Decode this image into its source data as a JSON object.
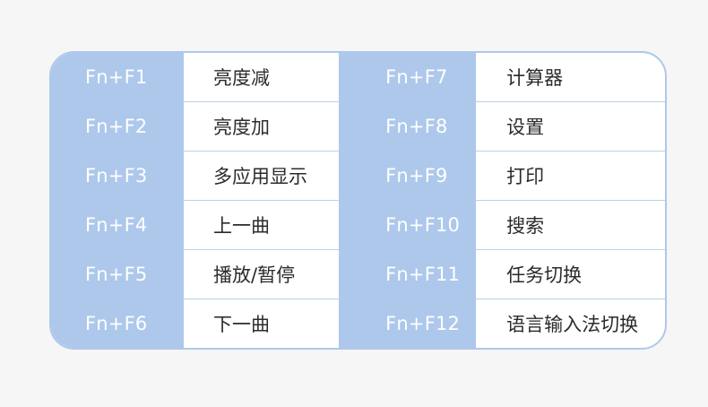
{
  "left": [
    {
      "key": "Fn+F1",
      "func": "亮度减"
    },
    {
      "key": "Fn+F2",
      "func": "亮度加"
    },
    {
      "key": "Fn+F3",
      "func": "多应用显示"
    },
    {
      "key": "Fn+F4",
      "func": "上一曲"
    },
    {
      "key": "Fn+F5",
      "func": "播放/暂停"
    },
    {
      "key": "Fn+F6",
      "func": "下一曲"
    }
  ],
  "right": [
    {
      "key": "Fn+F7",
      "func": "计算器"
    },
    {
      "key": "Fn+F8",
      "func": "设置"
    },
    {
      "key": "Fn+F9",
      "func": "打印"
    },
    {
      "key": "Fn+F10",
      "func": "搜索"
    },
    {
      "key": "Fn+F11",
      "func": "任务切换"
    },
    {
      "key": "Fn+F12",
      "func": "语言输入法切换"
    }
  ],
  "colors": {
    "key_column": "#adc8eb",
    "border": "#aec8ea",
    "key_text": "#ffffff",
    "func_text": "#2b2b2b",
    "background": "#f6f6f7"
  }
}
